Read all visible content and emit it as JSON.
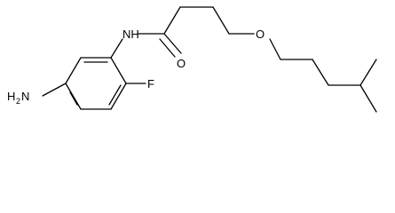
{
  "molecule": {
    "atom_labels": {
      "nh": "NH",
      "o_carbonyl": "O",
      "o_ether": "O",
      "fluorine": "F",
      "amine_main": "H",
      "amine_sub": "2",
      "amine_n": "N"
    },
    "colors": {
      "bond": "#000000",
      "label": "#000000",
      "background": "#ffffff"
    }
  }
}
